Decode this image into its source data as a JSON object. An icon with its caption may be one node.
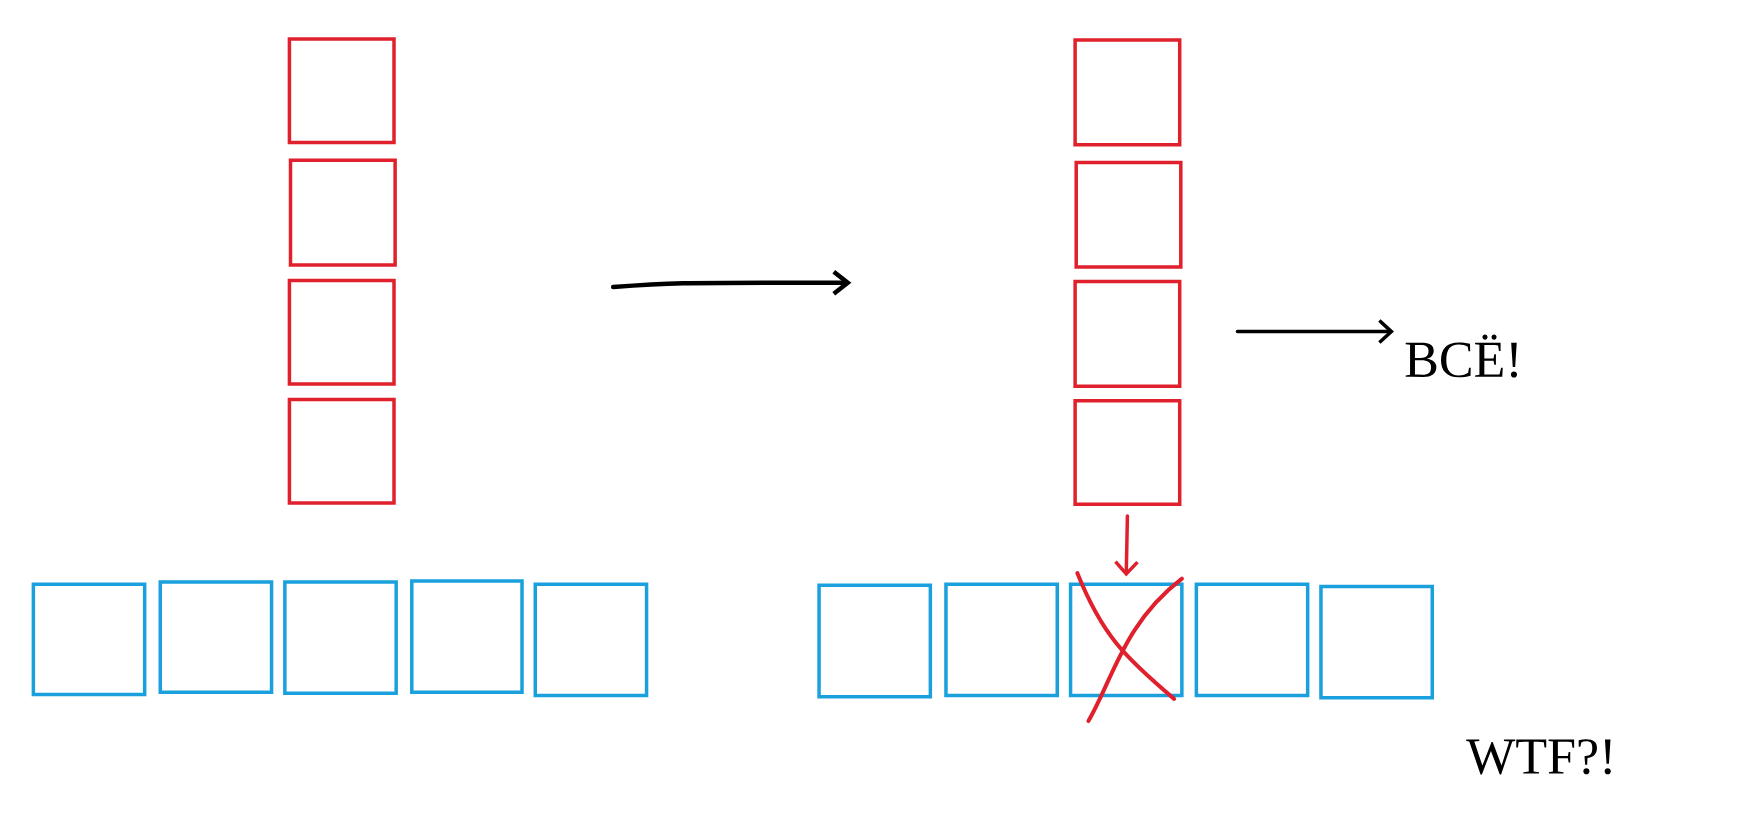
{
  "diagram": {
    "nodes": [
      {
        "text": [],
        "shape": "box"
      },
      {
        "text": [],
        "shape": "box"
      },
      {
        "text": [],
        "shape": "box"
      },
      {
        "text": [],
        "shape": "box"
      },
      {
        "text": [],
        "shape": "box"
      },
      {
        "text": [],
        "shape": "box"
      },
      {
        "text": [],
        "shape": "box"
      },
      {
        "text": [],
        "shape": "box"
      },
      {
        "text": [
          "ВСЁ!"
        ]
      },
      {
        "text": [],
        "shape": "box"
      },
      {
        "text": [],
        "shape": "box"
      },
      {
        "text": [],
        "shape": "box"
      },
      {
        "text": [],
        "shape": "box"
      },
      {
        "text": [],
        "shape": "box"
      },
      {
        "text": [],
        "shape": "box"
      },
      {
        "text": [],
        "shape": "box"
      },
      {
        "text": [],
        "shape": "box"
      },
      {
        "text": [],
        "shape": "box"
      },
      {
        "text": [],
        "shape": "box"
      }
    ],
    "edges": [
      {
        "from": null,
        "to": 8,
        "arrow": "to"
      },
      {
        "from": 7,
        "to": 16,
        "arrow": "to",
        "color": "#e0202c"
      }
    ],
    "labels": [
      "WTF?!"
    ]
  }
}
